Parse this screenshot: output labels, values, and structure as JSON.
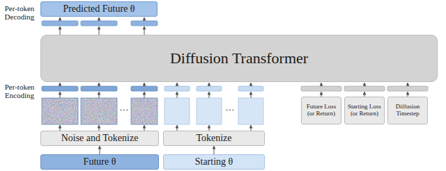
{
  "diagram": {
    "nodes": [
      {
        "text": [
          "Predicted Future θ"
        ]
      },
      {
        "text": [
          "Diffusion Transformer"
        ]
      },
      {
        "text": [
          "Future Loss (or Return)"
        ]
      },
      {
        "text": [
          "Starting Loss (or Return)"
        ]
      },
      {
        "text": [
          "Diffusion Timestep"
        ]
      },
      {
        "text": [
          "Noise and Tokenize"
        ]
      },
      {
        "text": [
          "Tokenize"
        ]
      },
      {
        "text": [
          "Future θ"
        ]
      },
      {
        "text": [
          "Starting θ"
        ]
      }
    ],
    "edges": [
      {
        "from": 7,
        "to": 5,
        "arrow": "to"
      },
      {
        "from": 8,
        "to": 6,
        "arrow": "to"
      }
    ],
    "labels": [
      "Per-token Decoding",
      "Per-token Encoding",
      "···",
      "···"
    ]
  }
}
